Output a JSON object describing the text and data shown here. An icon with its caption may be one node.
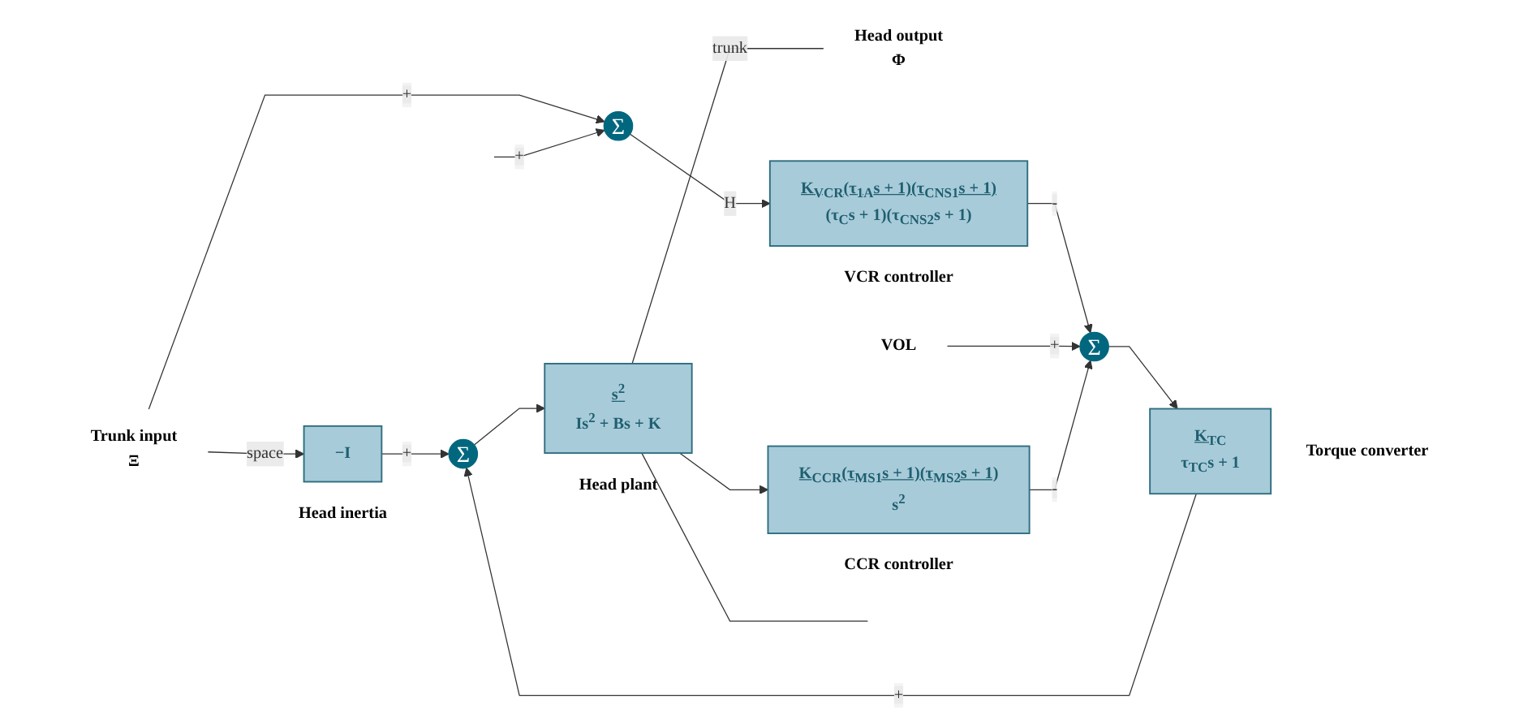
{
  "diagram": {
    "nodes": [
      {
        "text": [
          "Trunk input",
          "Ξ"
        ]
      },
      {
        "text": [
          "−I"
        ],
        "beside": [
          "Head inertia"
        ]
      },
      {
        "text": [
          "Σ"
        ]
      },
      {
        "text": [
          "s$^{2}$",
          "Is$^{2}$ + Bs + K"
        ],
        "beside": [
          "Head plant"
        ]
      },
      {
        "text": [
          "Head output",
          "Φ"
        ]
      },
      {
        "text": [
          "K$_{TC}$",
          "τ$_{TC}$s + 1"
        ],
        "beside": [
          "Torque converter"
        ]
      },
      {
        "text": [
          "Σ"
        ]
      },
      {
        "text": [
          "Σ"
        ]
      },
      {
        "text": [
          "K$_{VCR}$(τ$_{1A}$s + 1)(τ$_{CNS1}$s + 1)",
          "(τ$_{C}$s + 1)(τ$_{CNS2}$s + 1)"
        ],
        "beside": [
          "VCR controller"
        ]
      },
      {
        "text": [
          "K$_{CCR}$(τ$_{MS1}$s + 1)(τ$_{MS2}$s + 1)",
          "s$^{2}$"
        ],
        "beside": [
          "CCR controller"
        ]
      },
      {
        "text": [
          "VOL"
        ]
      }
    ],
    "edges": [
      {
        "from": 0,
        "to": 1,
        "arrow": "to",
        "label": "space"
      },
      {
        "from": 1,
        "to": 2,
        "arrow": "to",
        "label": "+"
      },
      {
        "from": 2,
        "to": 3,
        "arrow": "to"
      },
      {
        "from": 3,
        "to": 4,
        "arrow": "none",
        "label": "trunk"
      },
      {
        "from": 5,
        "to": 2,
        "arrow": "to",
        "label": "+"
      },
      {
        "from": 6,
        "to": 5,
        "arrow": "to"
      },
      {
        "from": 0,
        "to": 7,
        "arrow": "to",
        "label": "+"
      },
      {
        "from": null,
        "to": 7,
        "arrow": "to",
        "label": "+"
      },
      {
        "from": 7,
        "to": 8,
        "arrow": "to",
        "label": "H"
      },
      {
        "from": 8,
        "to": 6,
        "arrow": "to",
        "label": "-"
      },
      {
        "from": 10,
        "to": 6,
        "arrow": "to",
        "label": "+"
      },
      {
        "from": 9,
        "to": 6,
        "arrow": "to",
        "label": "-"
      },
      {
        "from": 3,
        "to": 9,
        "arrow": "to"
      },
      {
        "from": 3,
        "to": null,
        "arrow": "none"
      }
    ]
  }
}
